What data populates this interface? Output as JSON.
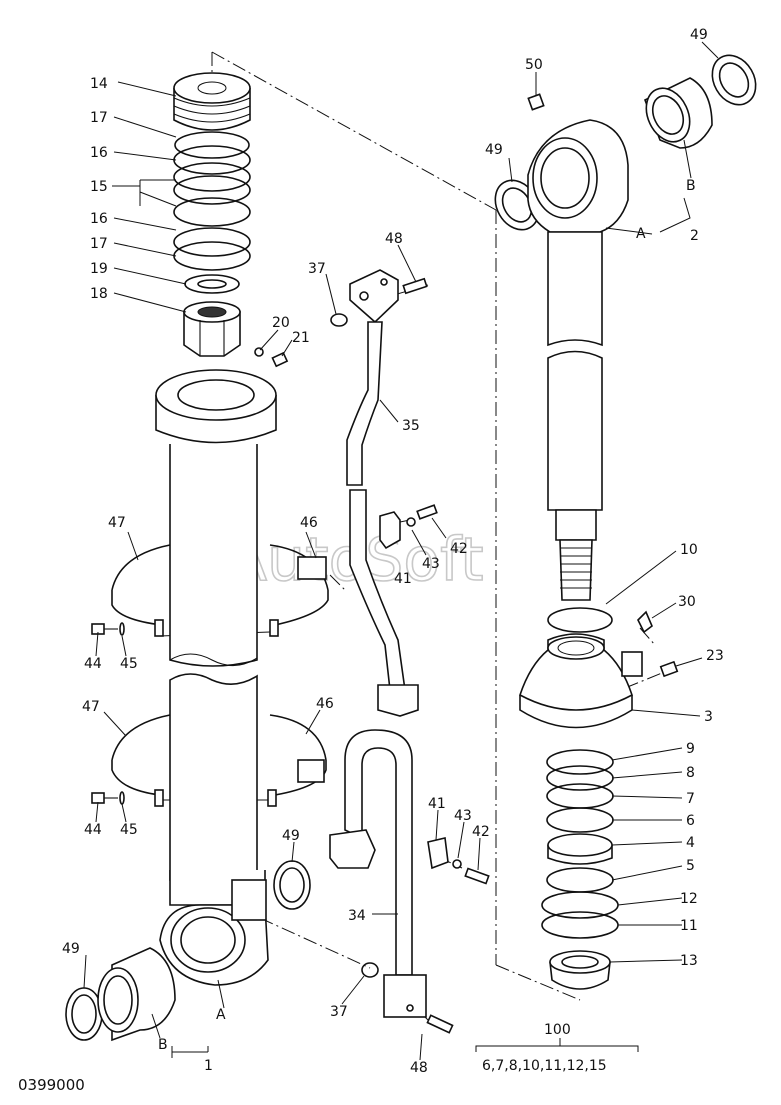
{
  "drawing_code": "0399000",
  "watermark": "AutoSoft",
  "kit": {
    "number": "100",
    "contents": "6,7,8,10,11,12,15"
  },
  "callouts": [
    {
      "id": "14",
      "text": "14"
    },
    {
      "id": "17a",
      "text": "17"
    },
    {
      "id": "16a",
      "text": "16"
    },
    {
      "id": "15",
      "text": "15"
    },
    {
      "id": "16b",
      "text": "16"
    },
    {
      "id": "17b",
      "text": "17"
    },
    {
      "id": "19",
      "text": "19"
    },
    {
      "id": "18",
      "text": "18"
    },
    {
      "id": "20",
      "text": "20"
    },
    {
      "id": "21",
      "text": "21"
    },
    {
      "id": "37a",
      "text": "37"
    },
    {
      "id": "48a",
      "text": "48"
    },
    {
      "id": "35",
      "text": "35"
    },
    {
      "id": "47a",
      "text": "47"
    },
    {
      "id": "46a",
      "text": "46"
    },
    {
      "id": "42a",
      "text": "42"
    },
    {
      "id": "43a",
      "text": "43"
    },
    {
      "id": "41a",
      "text": "41"
    },
    {
      "id": "44a",
      "text": "44"
    },
    {
      "id": "45a",
      "text": "45"
    },
    {
      "id": "47b",
      "text": "47"
    },
    {
      "id": "46b",
      "text": "46"
    },
    {
      "id": "44b",
      "text": "44"
    },
    {
      "id": "45b",
      "text": "45"
    },
    {
      "id": "49c",
      "text": "49"
    },
    {
      "id": "41b",
      "text": "41"
    },
    {
      "id": "43b",
      "text": "43"
    },
    {
      "id": "42b",
      "text": "42"
    },
    {
      "id": "34",
      "text": "34"
    },
    {
      "id": "49d",
      "text": "49"
    },
    {
      "id": "37b",
      "text": "37"
    },
    {
      "id": "Ab",
      "text": "A"
    },
    {
      "id": "Bb",
      "text": "B"
    },
    {
      "id": "1",
      "text": "1"
    },
    {
      "id": "48b",
      "text": "48"
    },
    {
      "id": "49a",
      "text": "49"
    },
    {
      "id": "50",
      "text": "50"
    },
    {
      "id": "49b",
      "text": "49"
    },
    {
      "id": "Bt",
      "text": "B"
    },
    {
      "id": "At",
      "text": "A"
    },
    {
      "id": "2",
      "text": "2"
    },
    {
      "id": "10",
      "text": "10"
    },
    {
      "id": "30",
      "text": "30"
    },
    {
      "id": "23",
      "text": "23"
    },
    {
      "id": "3",
      "text": "3"
    },
    {
      "id": "9",
      "text": "9"
    },
    {
      "id": "8",
      "text": "8"
    },
    {
      "id": "7",
      "text": "7"
    },
    {
      "id": "6",
      "text": "6"
    },
    {
      "id": "4",
      "text": "4"
    },
    {
      "id": "5",
      "text": "5"
    },
    {
      "id": "12",
      "text": "12"
    },
    {
      "id": "11",
      "text": "11"
    },
    {
      "id": "13",
      "text": "13"
    }
  ]
}
